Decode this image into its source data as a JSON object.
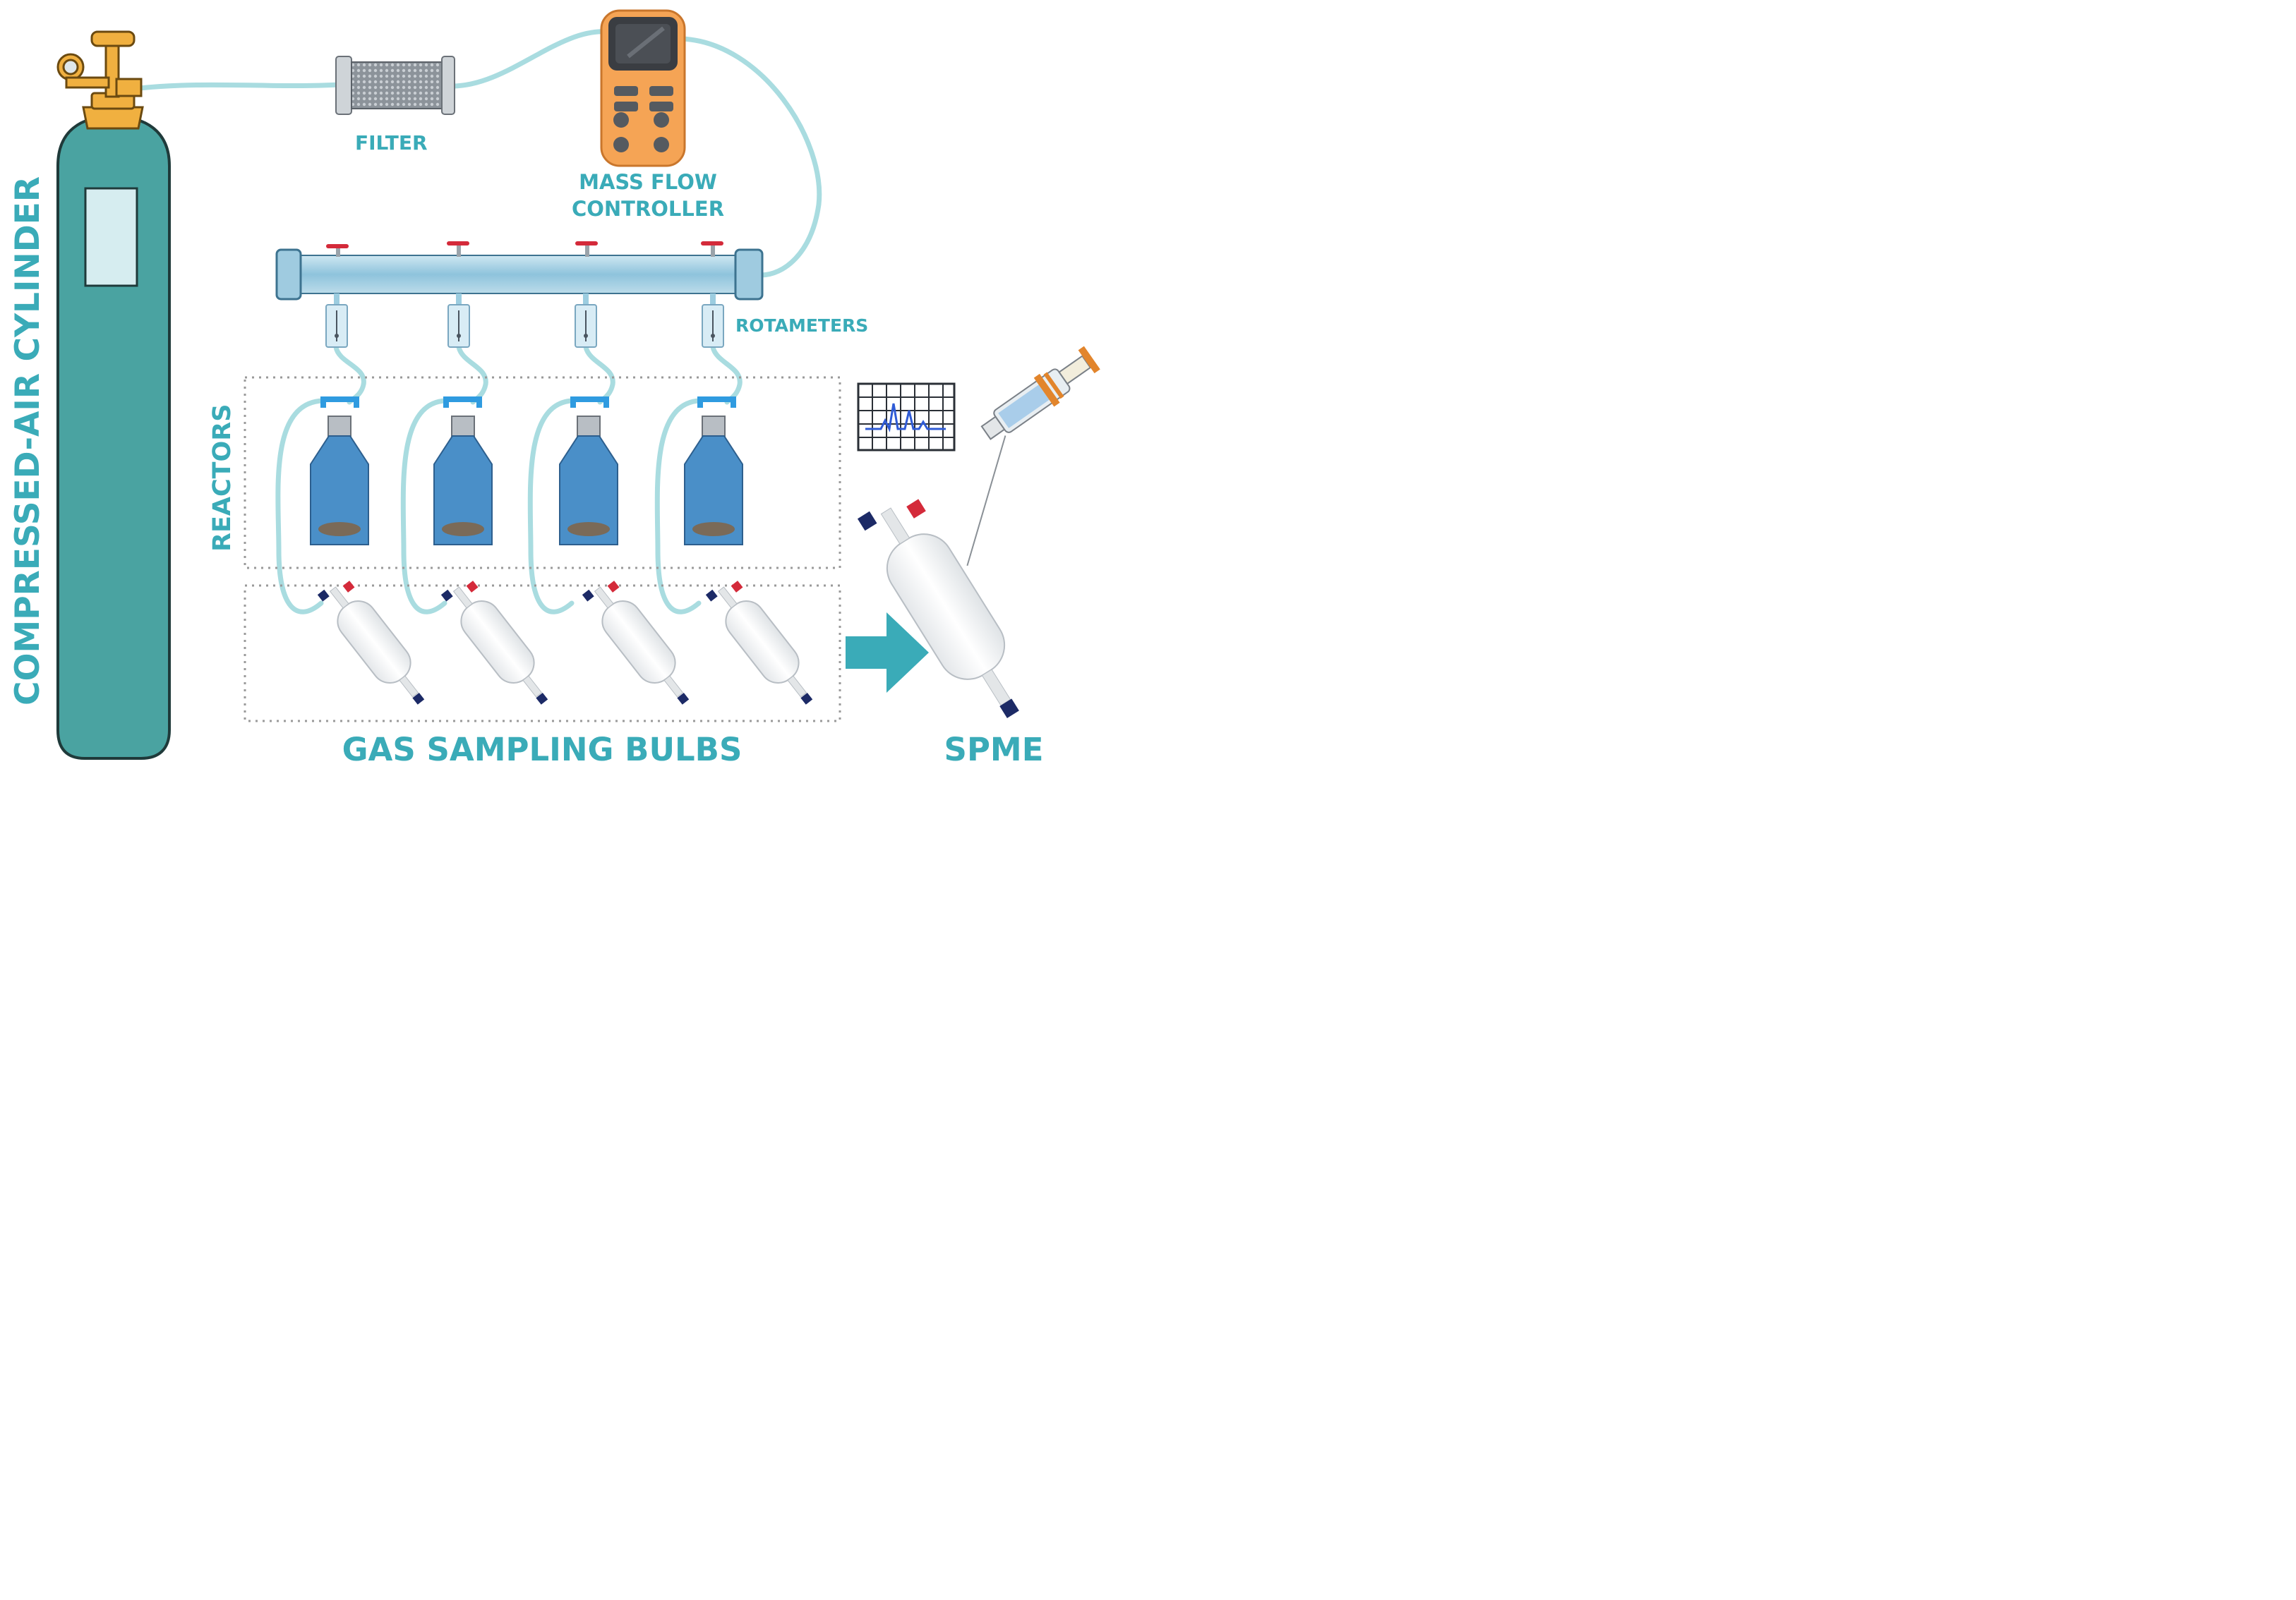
{
  "labels": {
    "cylinder": "COMPRESSED-AIR CYLINDER",
    "filter": "FILTER",
    "mfc_line1": "MASS FLOW",
    "mfc_line2": "CONTROLLER",
    "rotameters": "ROTAMETERS",
    "reactors": "REACTORS",
    "bulbs": "GAS SAMPLING BULBS",
    "spme": "SPME"
  },
  "colors": {
    "label": "#3aabb8",
    "tube": "#a9dce0",
    "cylinder": "#4aa3a1",
    "brass": "#f0b040",
    "mfc": "#f5a455",
    "reactor": "#4a8fc8",
    "arrow": "#3aabb8",
    "valve_red": "#d42a3a",
    "valve_navy": "#1c2a66"
  },
  "counts": {
    "reactors": 4,
    "rotameters": 4,
    "bulbs": 4
  }
}
